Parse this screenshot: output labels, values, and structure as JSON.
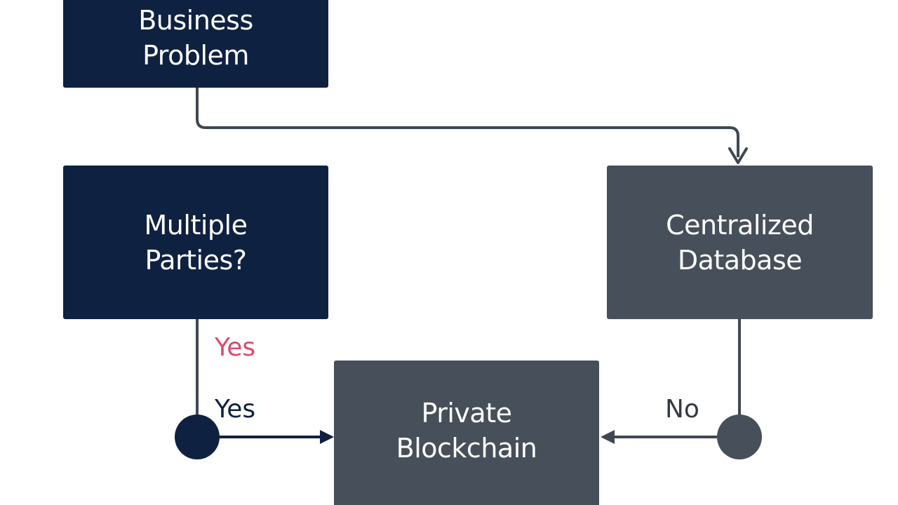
{
  "diagram": {
    "nodes": {
      "business_problem": {
        "lines": [
          "Business",
          "Problem"
        ]
      },
      "multiple_parties": {
        "lines": [
          "Multiple",
          "Parties?"
        ]
      },
      "centralized_database": {
        "lines": [
          "Centralized",
          "Database"
        ]
      },
      "private_blockchain": {
        "lines": [
          "Private",
          "Blockchain"
        ]
      }
    },
    "edge_labels": {
      "yes_top": "Yes",
      "yes_bottom": "Yes",
      "no": "No"
    },
    "colors": {
      "dark_node": "#0f2140",
      "slate_node": "#474f5a",
      "connector": "#3f4752",
      "yes_accent": "#e0486b",
      "label_dark": "#0f2140",
      "background": "#ffffff"
    }
  }
}
